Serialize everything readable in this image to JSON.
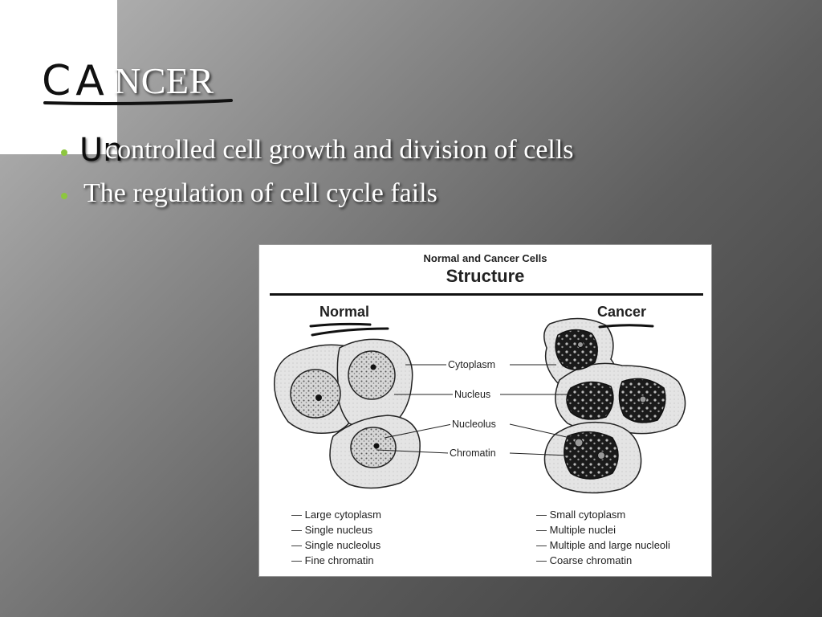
{
  "slide": {
    "title": "NCER",
    "bullets": [
      "controlled cell growth and division of cells",
      "The regulation of cell cycle fails"
    ]
  },
  "handwriting": {
    "title_prefix": "CA",
    "bullet_prefix": "Un"
  },
  "figure": {
    "subtitle": "Normal and Cancer Cells",
    "title": "Structure",
    "normal_heading": "Normal",
    "cancer_heading": "Cancer",
    "labels": {
      "cytoplasm": "Cytoplasm",
      "nucleus": "Nucleus",
      "nucleolus": "Nucleolus",
      "chromatin": "Chromatin"
    },
    "normal_features": [
      "— Large cytoplasm",
      "— Single nucleus",
      "— Single nucleolus",
      "— Fine chromatin"
    ],
    "cancer_features": [
      "— Small cytoplasm",
      "— Multiple nuclei",
      "— Multiple and large nucleoli",
      "— Coarse chromatin"
    ]
  },
  "colors": {
    "bullet": "#8dc63f",
    "ink": "#111111",
    "text": "#ffffff"
  }
}
